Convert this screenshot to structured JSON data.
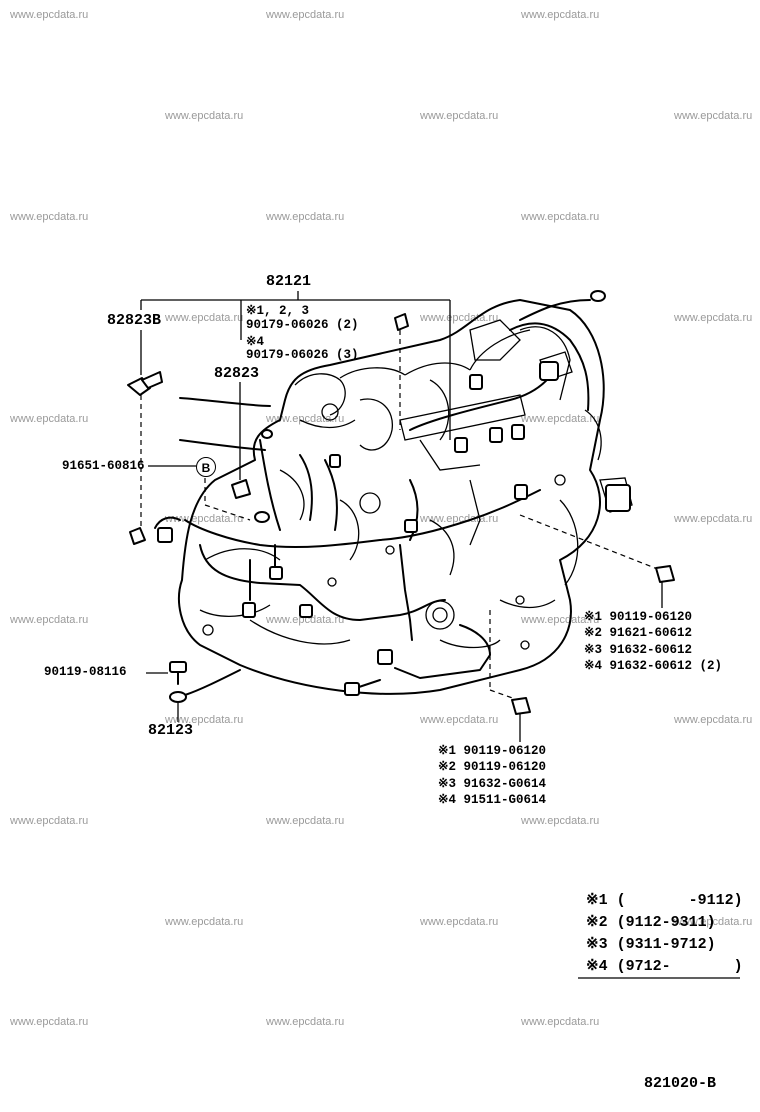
{
  "watermark": "www.epcdata.ru",
  "callouts": {
    "harness_main": "82121",
    "clamp_b": "82823B",
    "clamp": "82823",
    "bracket": "82123",
    "bolt_left": "90119-08116",
    "bolt_clip": "91651-60816",
    "b_marker": "B",
    "variant_group_1": "※1, 2, 3",
    "bolt_var_1": "90179-06026 (2)",
    "variant_group_2": "※4",
    "bolt_var_2": "90179-06026 (3)"
  },
  "right_list": [
    "※1 90119-06120",
    "※2 91621-60612",
    "※3 91632-60612",
    "※4 91632-60612 (2)"
  ],
  "bottom_list": [
    "※1 90119-06120",
    "※2 90119-06120",
    "※3 91632-G0614",
    "※4 91511-G0614"
  ],
  "legend": [
    "※1 (       -9112)",
    "※2 (9112-9311)",
    "※3 (9311-9712)",
    "※4 (9712-       )"
  ],
  "figure_code": "821020-B"
}
